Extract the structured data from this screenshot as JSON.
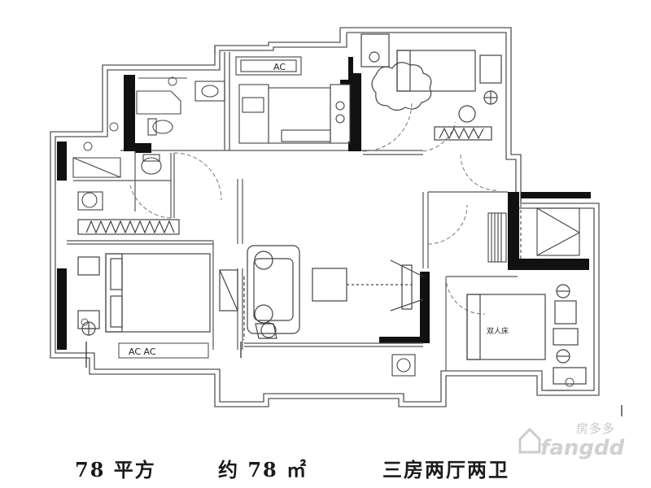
{
  "plan": {
    "ac_label_top": "AC",
    "ac_label_bottom": "AC AC",
    "bed_label": "双人床"
  },
  "caption": {
    "area": "78 平方",
    "approx": "约 78 ㎡",
    "layout": "三房两厅两卫"
  },
  "watermark": {
    "chinese": "房多多",
    "english": "fangdd"
  },
  "colors": {
    "wall": "#111111",
    "line": "#555555",
    "watermark": "#cccccc"
  }
}
